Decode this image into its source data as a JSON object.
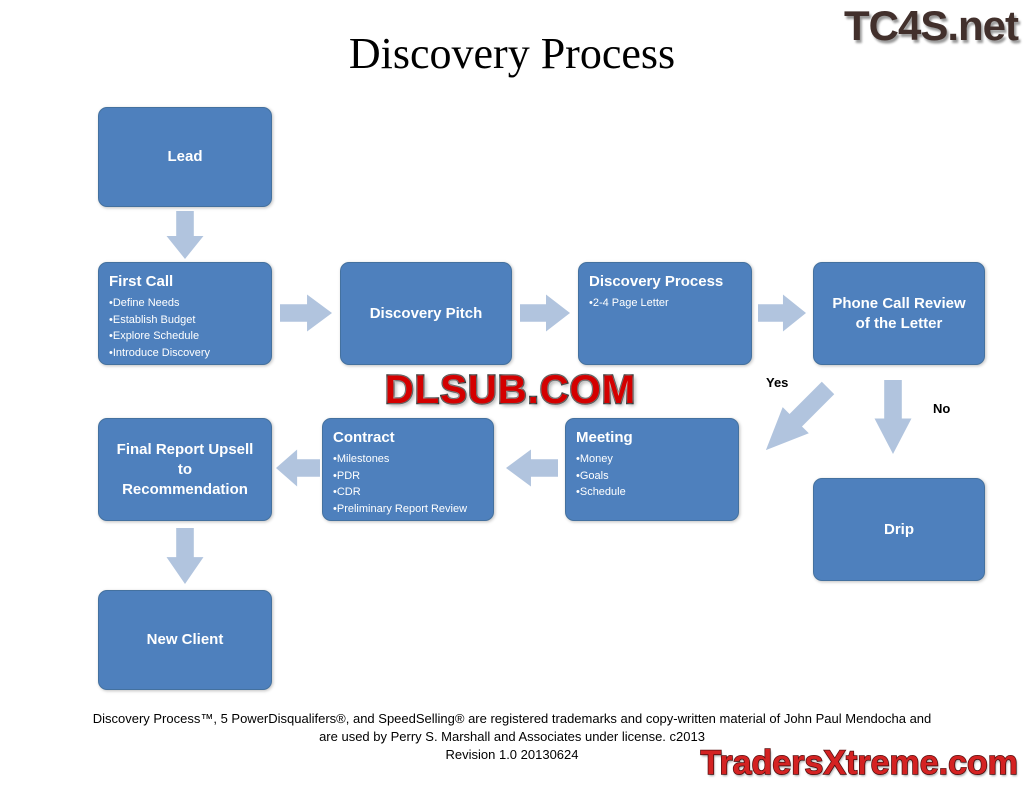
{
  "title": "Discovery Process",
  "watermarks": {
    "top_right": "TC4S.net",
    "center": "DLSUB.COM",
    "bottom_right": "TradersXtreme.com"
  },
  "boxes": {
    "lead": {
      "title": "Lead"
    },
    "first_call": {
      "title": "First Call",
      "bullets": [
        "Define Needs",
        "Establish Budget",
        "Explore Schedule",
        "Introduce Discovery"
      ]
    },
    "discovery_pitch": {
      "title": "Discovery Pitch"
    },
    "discovery_process": {
      "title": "Discovery Process",
      "bullets": [
        "2-4 Page Letter"
      ]
    },
    "phone_call_review": {
      "title": "Phone Call Review of the Letter"
    },
    "meeting": {
      "title": "Meeting",
      "bullets": [
        "Money",
        "Goals",
        "Schedule"
      ]
    },
    "contract": {
      "title": "Contract",
      "bullets": [
        "Milestones",
        "PDR",
        "CDR",
        "Preliminary Report Review"
      ]
    },
    "final_report": {
      "title": "Final Report Upsell to Recommendation"
    },
    "new_client": {
      "title": "New Client"
    },
    "drip": {
      "title": "Drip"
    }
  },
  "labels": {
    "yes": "Yes",
    "no": "No"
  },
  "footer": {
    "line1": "Discovery Process™, 5 PowerDisqualifers®,  and SpeedSelling® are registered trademarks and copy-written material of John Paul Mendocha and",
    "line2": "are used by Perry S. Marshall and Associates under license.   c2013",
    "line3": "Revision 1.0 20130624"
  },
  "colors": {
    "box_fill": "#4e80bd",
    "arrow_fill": "#b1c4de",
    "watermark_red": "#d40000"
  }
}
